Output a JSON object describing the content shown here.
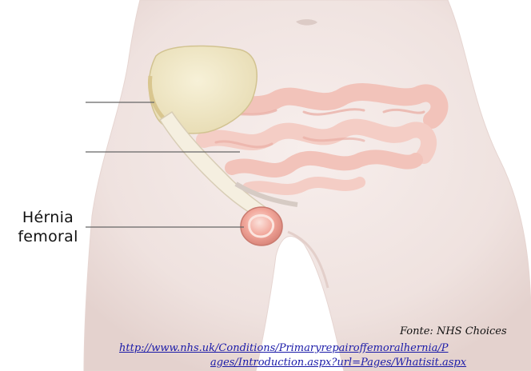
{
  "labels": {
    "hernia_line1": "Hérnia",
    "hernia_line2": "femoral"
  },
  "source": {
    "text": "Fonte: NHS Choices",
    "link_line1": "http://www.nhs.uk/Conditions/Primaryrepairoffemoralhernia/P",
    "link_line2": "ages/Introduction.aspx?url=Pages/Whatisit.aspx"
  },
  "colors": {
    "skin": "#f1e6e3",
    "skin_shadow": "#e8d7d3",
    "bone": "#f2e9c6",
    "intestine": "#f3c2b9",
    "hernia": "#f0a79b",
    "leader_line": "#666666",
    "link": "#1a1aa8"
  }
}
